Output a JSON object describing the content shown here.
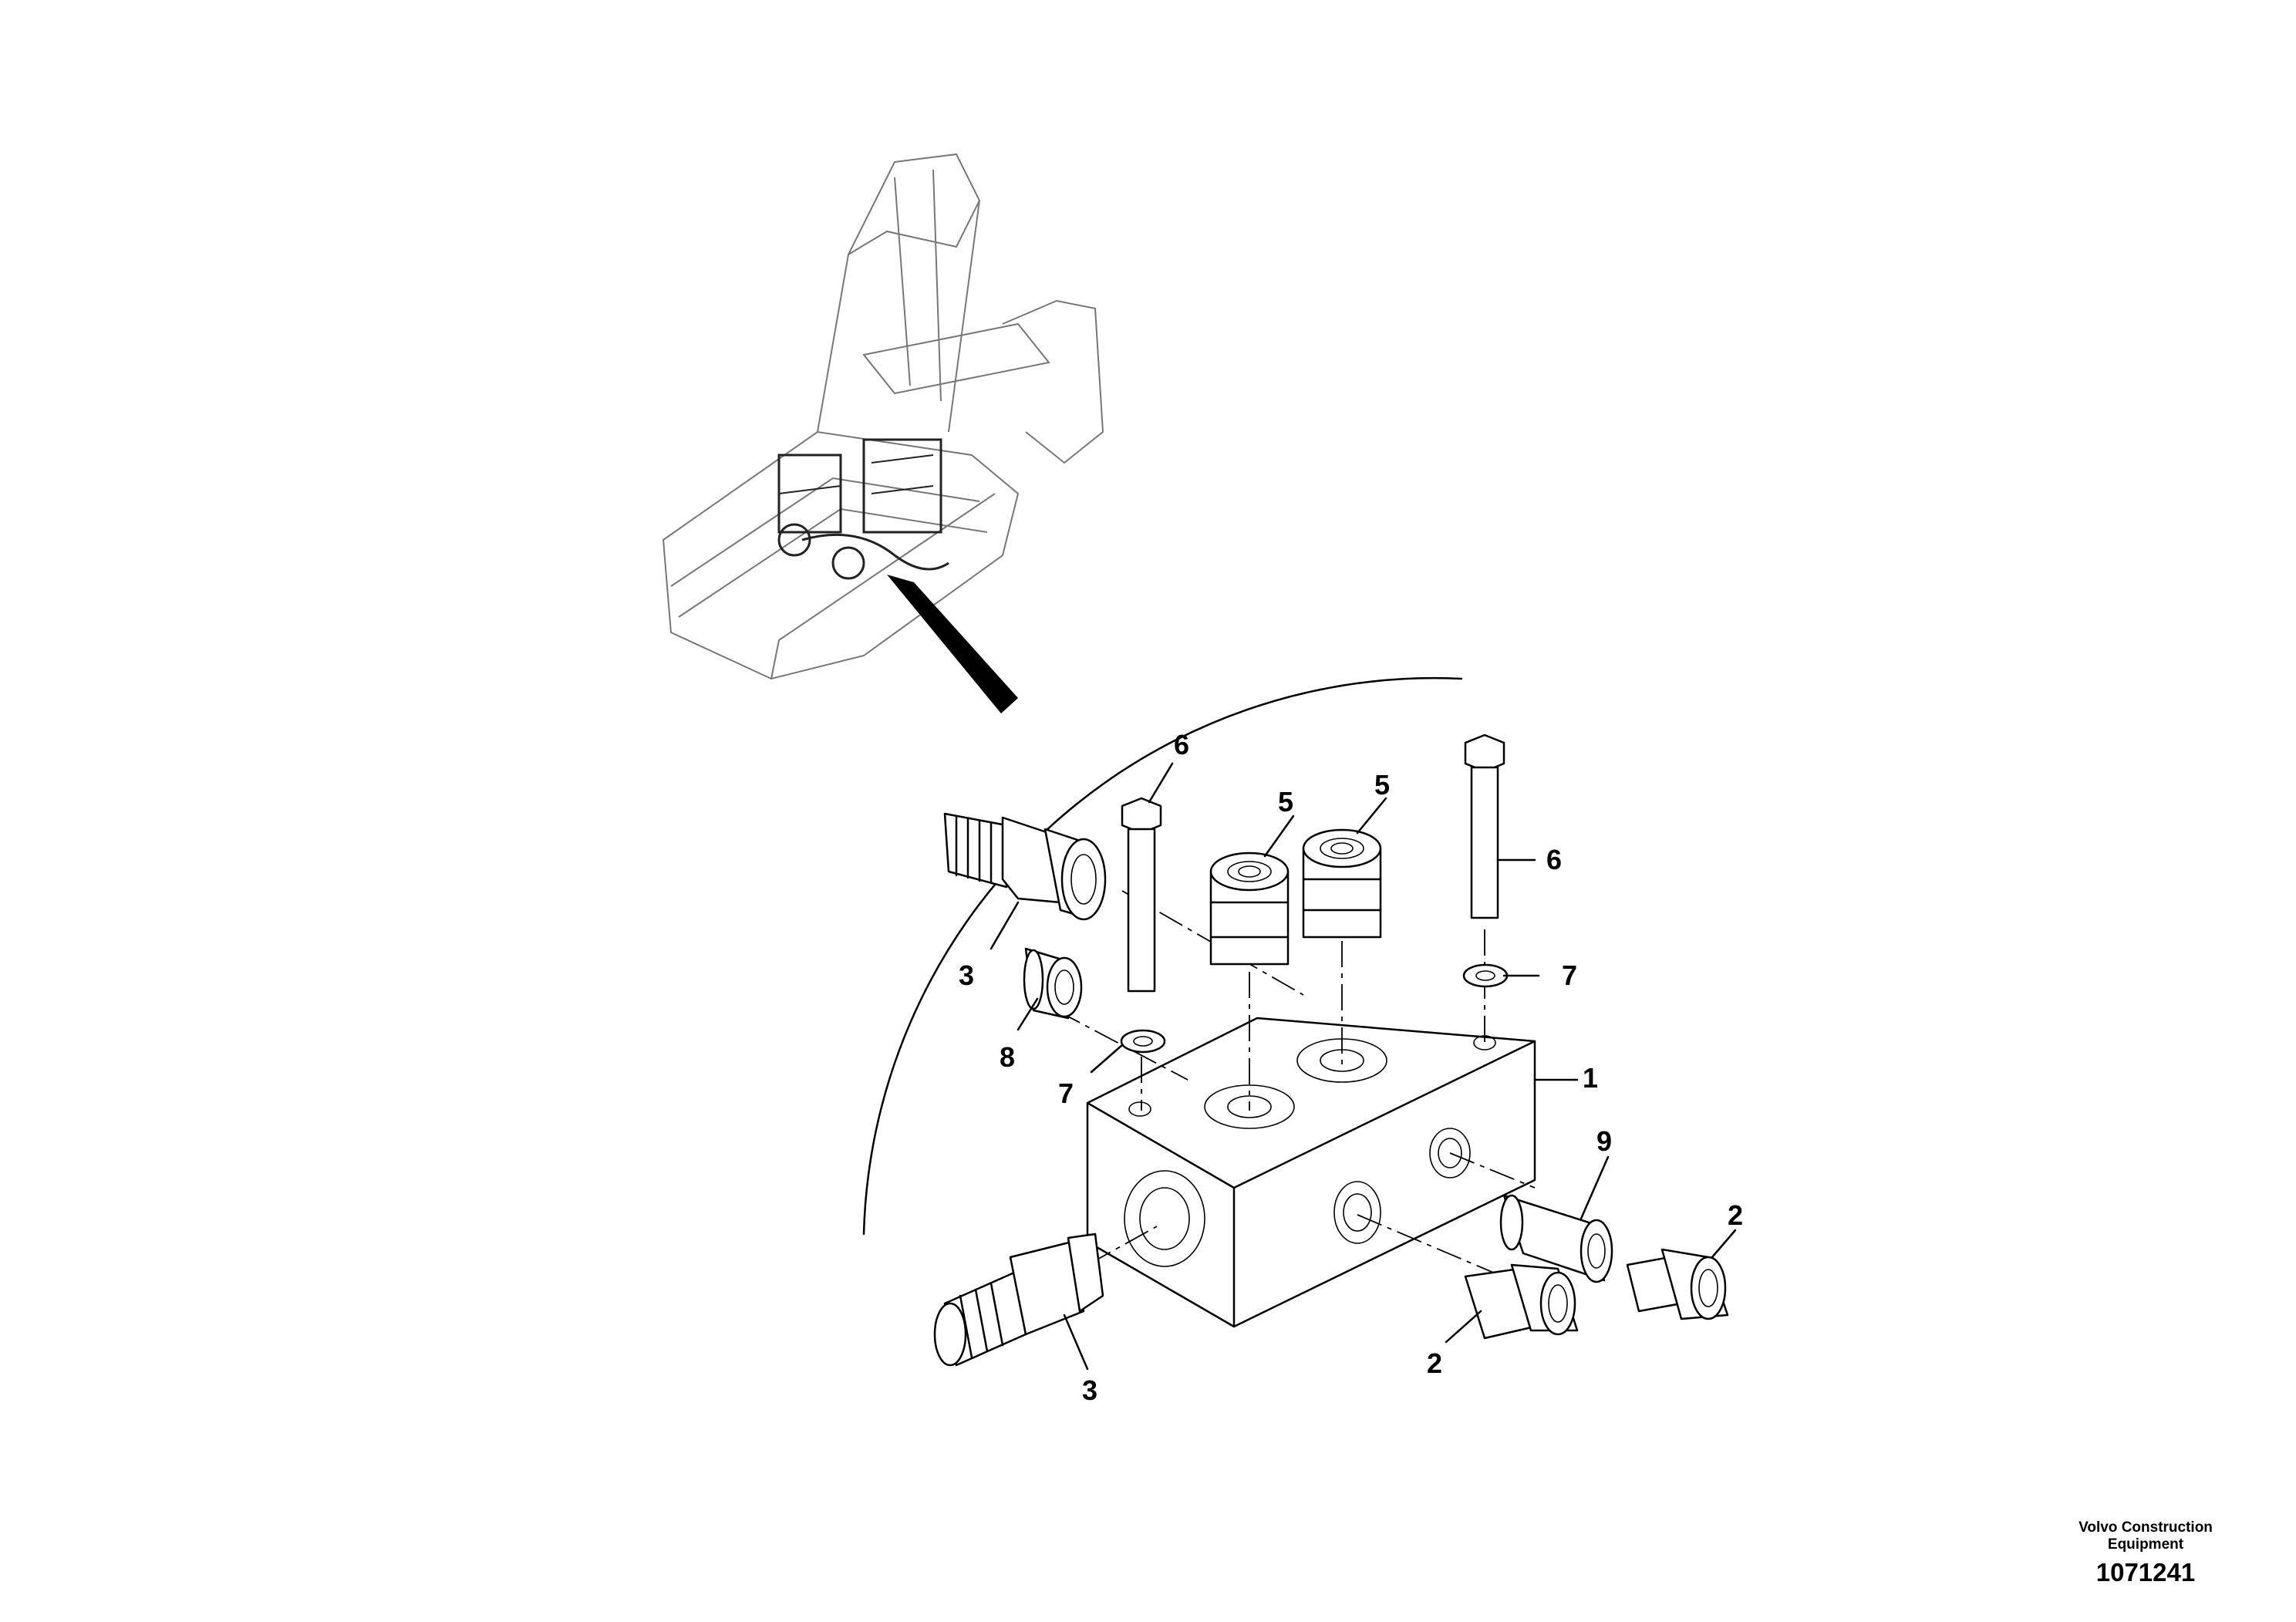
{
  "callouts": {
    "c1": "1",
    "c2a": "2",
    "c2b": "2",
    "c3a": "3",
    "c3b": "3",
    "c5a": "5",
    "c5b": "5",
    "c6a": "6",
    "c6b": "6",
    "c7a": "7",
    "c7b": "7",
    "c8": "8",
    "c9": "9"
  },
  "footer": {
    "company_line1": "Volvo Construction",
    "company_line2": "Equipment",
    "doc_number": "1071241"
  }
}
